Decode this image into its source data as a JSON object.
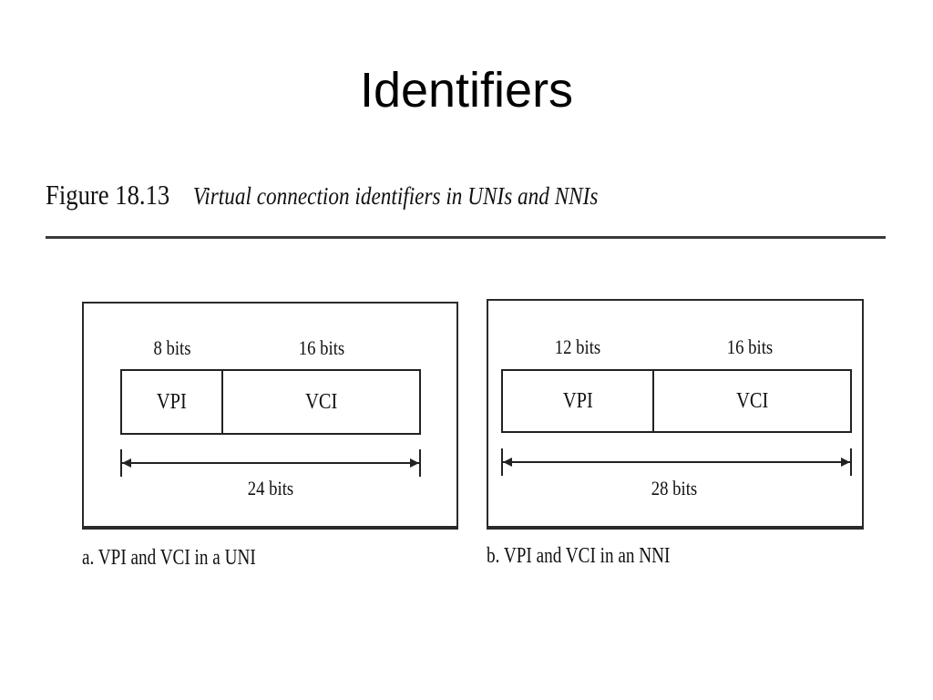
{
  "slide": {
    "title": "Identifiers"
  },
  "figure": {
    "number": "Figure 18.13",
    "description": "Virtual connection identifiers in UNIs and NNIs"
  },
  "panels": [
    {
      "id": "a",
      "vpi_bits_label": "8 bits",
      "vci_bits_label": "16 bits",
      "vpi_label": "VPI",
      "vci_label": "VCI",
      "total_bits_label": "24 bits",
      "caption": "a. VPI and VCI in a UNI"
    },
    {
      "id": "b",
      "vpi_bits_label": "12 bits",
      "vci_bits_label": "16 bits",
      "vpi_label": "VPI",
      "vci_label": "VCI",
      "total_bits_label": "28 bits",
      "caption": "b. VPI and VCI in an NNI"
    }
  ]
}
